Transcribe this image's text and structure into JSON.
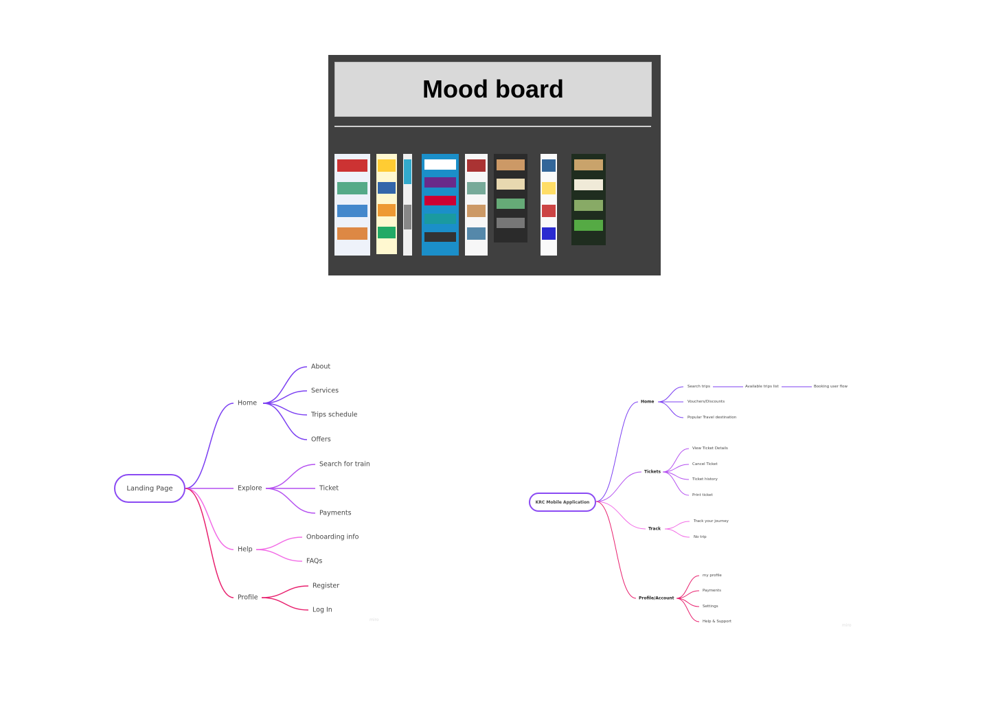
{
  "moodboard": {
    "title": "Mood board",
    "thumbnail_count": 8
  },
  "mindmap_web": {
    "root": "Landing Page",
    "branches": [
      {
        "label": "Home",
        "color": "#7b3ff2",
        "children": [
          "About",
          "Services",
          "Trips schedule",
          "Offers"
        ]
      },
      {
        "label": "Explore",
        "color": "#b44ff0",
        "children": [
          "Search for train",
          "Ticket",
          "Payments"
        ]
      },
      {
        "label": "Help",
        "color": "#f26be6",
        "children": [
          "Onboarding info",
          "FAQs"
        ]
      },
      {
        "label": "Profile",
        "color": "#e8206e",
        "children": [
          "Register",
          "Log In"
        ]
      }
    ],
    "watermark": "miro"
  },
  "mindmap_mobile": {
    "root": "KRC Mobile Application",
    "branches": [
      {
        "label": "Home",
        "color": "#7b3ff2",
        "children": [
          "Search trips",
          "Vouchers/Discounts",
          "Popular Travel destination"
        ],
        "chain": [
          "Available trips list",
          "Booking user flow"
        ]
      },
      {
        "label": "Tickets",
        "color": "#b44ff0",
        "children": [
          "View Ticket Details",
          "Cancel Ticket",
          "Ticket history",
          "Print ticket"
        ]
      },
      {
        "label": "Track",
        "color": "#f26be6",
        "children": [
          "Track your journey",
          "No trip"
        ]
      },
      {
        "label": "Profile/Account",
        "color": "#e8206e",
        "children": [
          "my profile",
          "Payments",
          "Settings",
          "Help & Support"
        ]
      }
    ],
    "watermark": "miro"
  }
}
